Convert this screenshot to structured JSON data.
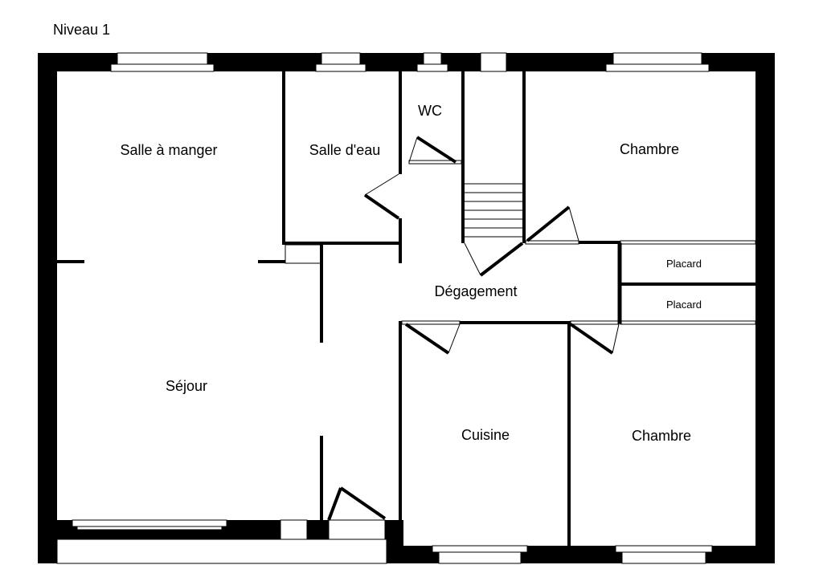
{
  "title": "Niveau 1",
  "rooms": {
    "salle_a_manger": "Salle à manger",
    "salle_deau": "Salle d'eau",
    "wc": "WC",
    "chambre_1": "Chambre",
    "sejour": "Séjour",
    "degagement": "Dégagement",
    "placard_1": "Placard",
    "placard_2": "Placard",
    "cuisine": "Cuisine",
    "chambre_2": "Chambre"
  },
  "colors": {
    "wall": "#000000",
    "background": "#ffffff"
  }
}
